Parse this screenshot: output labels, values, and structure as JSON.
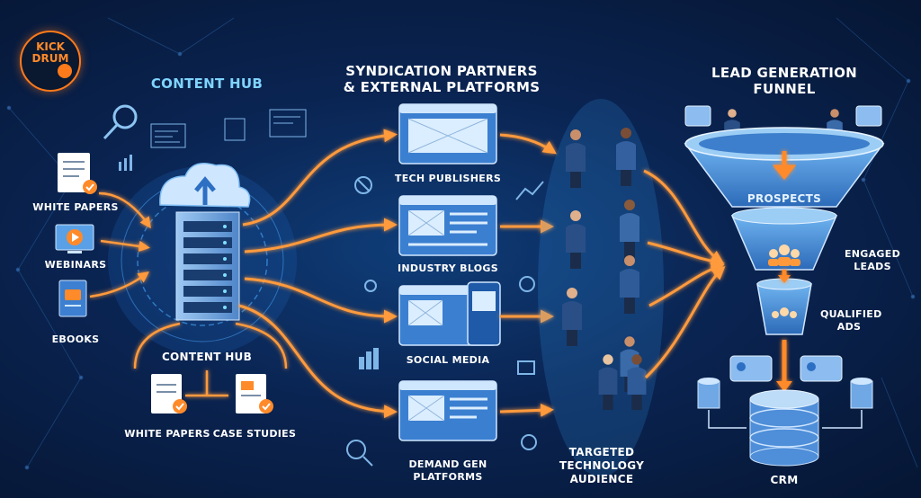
{
  "logo": {
    "line1": "KICK",
    "line2": "DRUM"
  },
  "content_hub": {
    "title": "CONTENT HUB",
    "inputs": [
      "WHITE PAPERS",
      "WEBINARS",
      "EBOOKS"
    ],
    "bottom_title": "CONTENT HUB",
    "outputs": [
      "WHITE PAPERS",
      "CASE STUDIES"
    ]
  },
  "syndication": {
    "title_line1": "SYNDICATION PARTNERS",
    "title_line2": "& EXTERNAL PLATFORMS",
    "channels": [
      "TECH PUBLISHERS",
      "INDUSTRY BLOGS",
      "SOCIAL MEDIA",
      "DEMAND GEN PLATFORMS"
    ]
  },
  "audience": {
    "label": "TARGETED TECHNOLOGY AUDIENCE"
  },
  "funnel": {
    "title_line1": "LEAD GENERATION",
    "title_line2": "FUNNEL",
    "stages": [
      "PROSPECTS",
      "ENGAGED LEADS",
      "QUALIFIED ADS"
    ],
    "sink": "CRM"
  },
  "colors": {
    "background": "#0a2452",
    "arrow": "#ff9a3c",
    "accent": "#ff7a1a",
    "panel": "#3b7fd0",
    "text": "#ffffff"
  }
}
